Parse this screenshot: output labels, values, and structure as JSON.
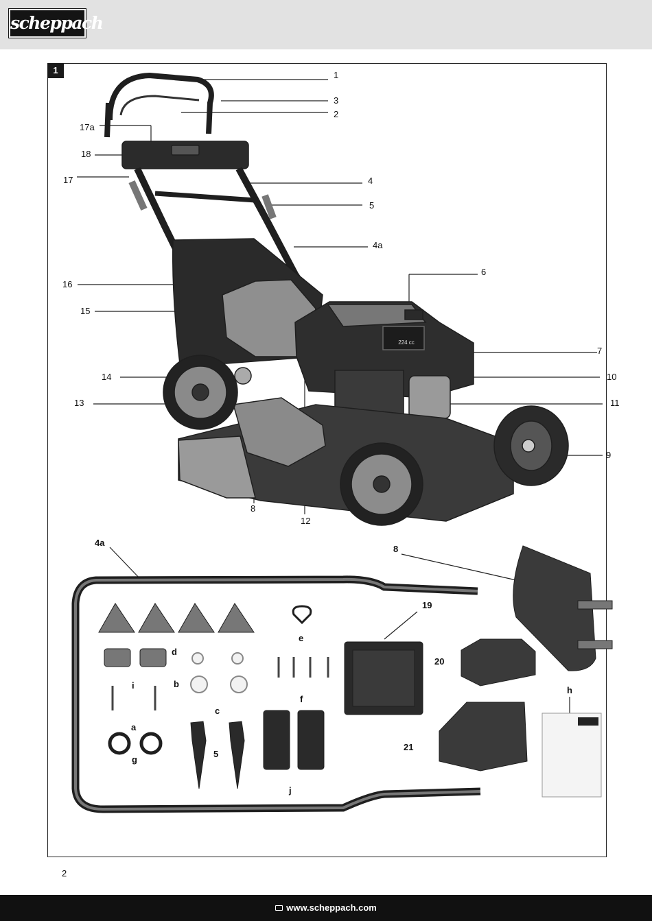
{
  "brand": {
    "logo_text": "scheppach"
  },
  "figure": {
    "number": "1",
    "callouts": {
      "c1": "1",
      "c3": "3",
      "c2": "2",
      "c17a": "17a",
      "c18": "18",
      "c17": "17",
      "c4": "4",
      "c5": "5",
      "c4a": "4a",
      "c6": "6",
      "c16": "16",
      "c15": "15",
      "c7": "7",
      "c14": "14",
      "c10": "10",
      "c13": "13",
      "c11": "11",
      "c9": "9",
      "c8": "8",
      "c12": "12"
    },
    "parts": {
      "p4a": "4a",
      "p8": "8",
      "p19": "19",
      "pe": "e",
      "pd": "d",
      "p20": "20",
      "pi": "i",
      "pb": "b",
      "pf": "f",
      "ph": "h",
      "pa": "a",
      "pc": "c",
      "p21": "21",
      "pg": "g",
      "p5": "5",
      "pj": "j"
    },
    "mower_display": "224 cc"
  },
  "page": {
    "number": "2"
  },
  "footer": {
    "url": "www.scheppach.com"
  },
  "colors": {
    "header_bg": "#e2e2e2",
    "footer_bg": "#111111",
    "frame": "#222222"
  }
}
